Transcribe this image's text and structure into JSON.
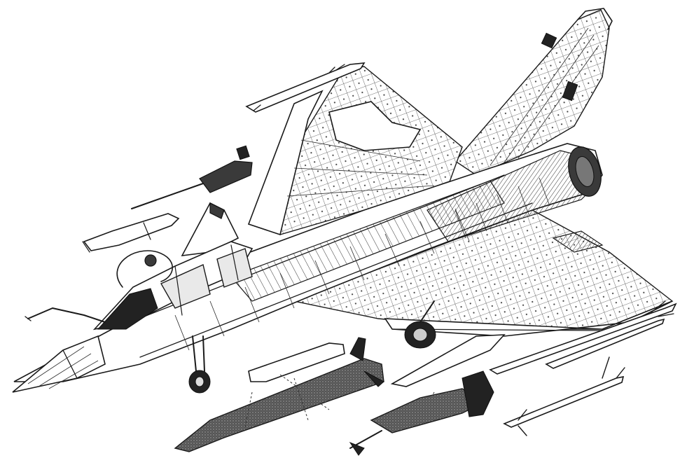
{
  "figure": {
    "subject": "fighter-aircraft-cutaway",
    "components": [
      "fin",
      "port-wing",
      "starboard-wing",
      "canard",
      "fuselage",
      "cockpit-canopy",
      "nose-radome",
      "engine-exhaust",
      "nose-landing-gear",
      "main-landing-gear",
      "refuelling-probe",
      "cannon",
      "wingtip-missile",
      "drop-tank",
      "cruise-missile",
      "free-fall-bomb",
      "air-to-air-missile",
      "external-store-pod"
    ]
  }
}
